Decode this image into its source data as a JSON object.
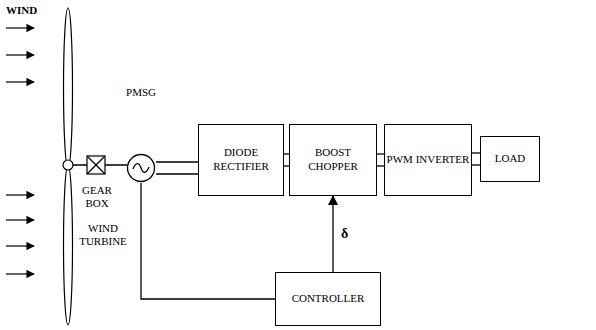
{
  "diagram": {
    "nodes": [
      {
        "text": [
          "PMSG"
        ]
      },
      {
        "text": [
          "DIODE RECTIFIER"
        ]
      },
      {
        "text": [
          "BOOST CHOPPER"
        ]
      },
      {
        "text": [
          "PWM INVERTER"
        ]
      },
      {
        "text": [
          "LOAD"
        ]
      },
      {
        "text": [
          "CONTROLLER"
        ]
      }
    ],
    "edges": [
      {
        "from": 0,
        "to": 1,
        "arrow": "none"
      },
      {
        "from": 1,
        "to": 2,
        "arrow": "none"
      },
      {
        "from": 2,
        "to": 3,
        "arrow": "none"
      },
      {
        "from": 3,
        "to": 4,
        "arrow": "none"
      },
      {
        "from": 0,
        "to": 5,
        "arrow": "none"
      },
      {
        "from": 5,
        "to": 2,
        "label": "δ",
        "arrow": "to"
      }
    ],
    "labels": [
      "WIND",
      "GEAR BOX",
      "WIND TURBINE"
    ]
  }
}
